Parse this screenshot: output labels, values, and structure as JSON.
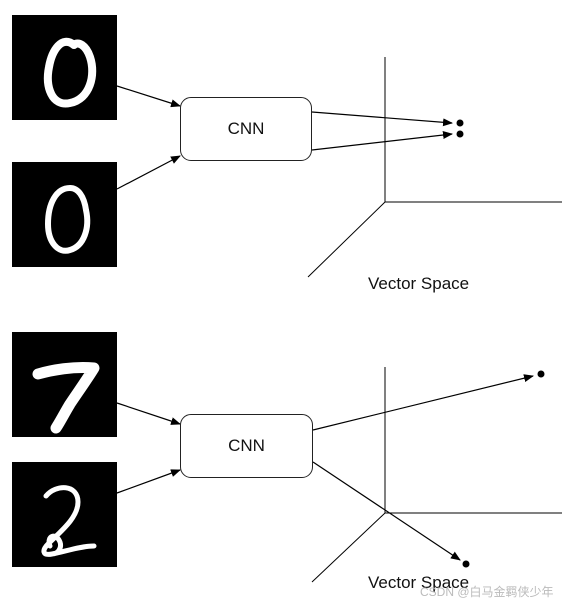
{
  "top_panel": {
    "cnn_label": "CNN",
    "vector_space_label": "Vector Space"
  },
  "bottom_panel": {
    "cnn_label": "CNN",
    "vector_space_label": "Vector Space"
  },
  "watermark": "CSDN @白马金羁侠少年",
  "digits": [
    "0",
    "0",
    "7",
    "2"
  ]
}
